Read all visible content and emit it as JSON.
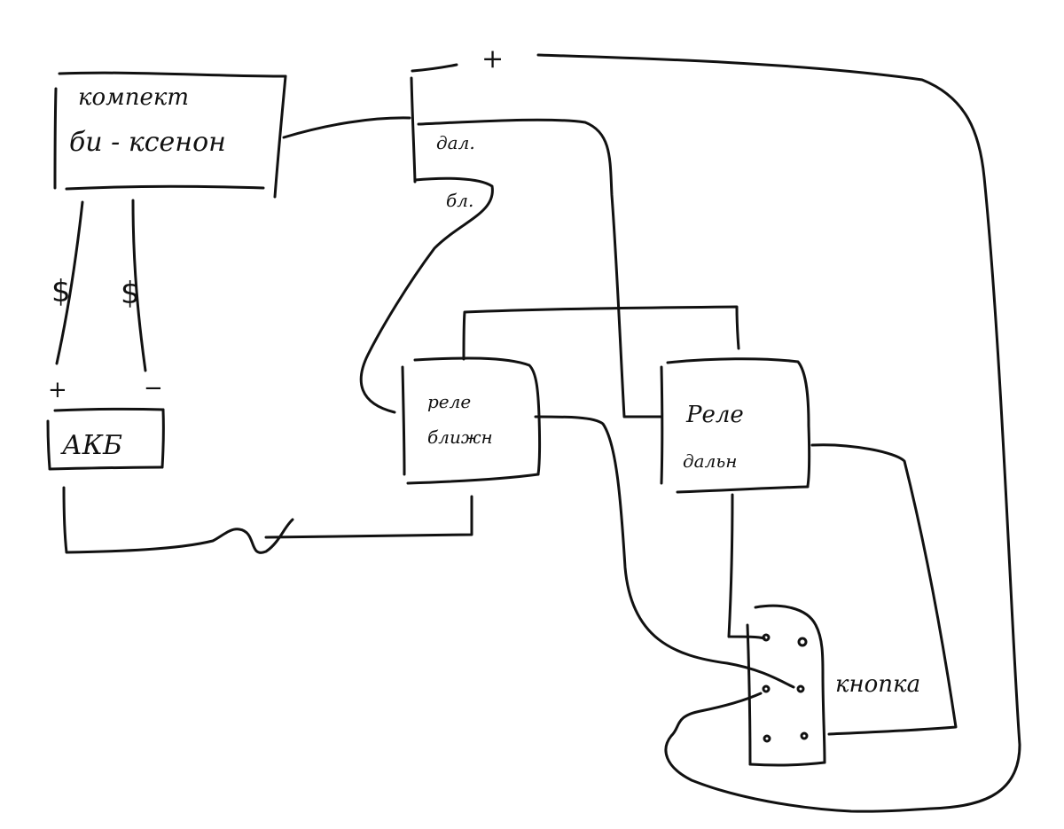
{
  "diagram": {
    "title": "Схема подключения би-ксенона",
    "stroke_color": "#111111",
    "background": "#ffffff",
    "components": {
      "xenon_kit": {
        "line1": "компект",
        "line2": "би - ксенон"
      },
      "battery": {
        "label": "АКБ",
        "plus": "+",
        "minus": "−"
      },
      "headlight_connector": {
        "plus": "+",
        "high": "дал.",
        "low": "бл."
      },
      "relay_low": {
        "line1": "реле",
        "line2": "ближн"
      },
      "relay_high": {
        "line1": "Реле",
        "line2": "дальн"
      },
      "button": {
        "label": "кнопка",
        "terminals": 6
      }
    },
    "wire_symbols": {
      "fuse_left": "$",
      "fuse_right": "$"
    }
  }
}
